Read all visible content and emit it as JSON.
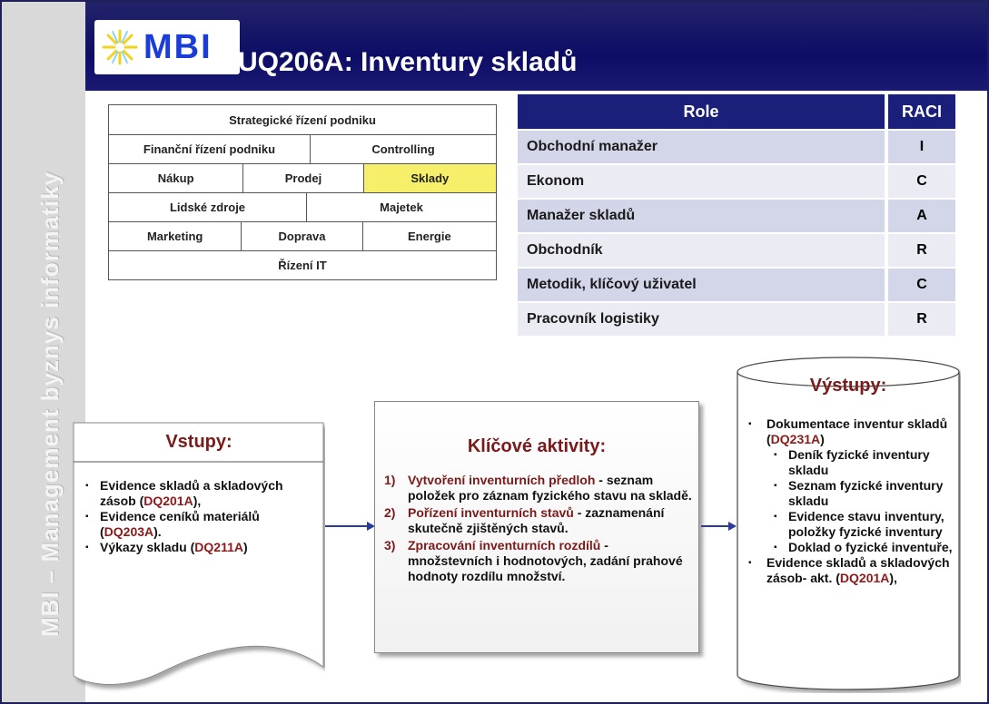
{
  "header": {
    "logo_text": "MBI",
    "title": "UQ206A: Inventury skladů"
  },
  "side_label": "MBI – Management byznys informatiky",
  "domains": {
    "rows": [
      [
        {
          "label": "Strategické řízení podniku",
          "highlight": false
        }
      ],
      [
        {
          "label": "Finanční řízení podniku",
          "highlight": false
        },
        {
          "label": "Controlling",
          "highlight": false
        }
      ],
      [
        {
          "label": "Nákup",
          "highlight": false
        },
        {
          "label": "Prodej",
          "highlight": false
        },
        {
          "label": "Sklady",
          "highlight": true
        }
      ],
      [
        {
          "label": "Lidské zdroje",
          "highlight": false
        },
        {
          "label": "Majetek",
          "highlight": false
        }
      ],
      [
        {
          "label": "Marketing",
          "highlight": false
        },
        {
          "label": "Doprava",
          "highlight": false
        },
        {
          "label": "Energie",
          "highlight": false
        }
      ],
      [
        {
          "label": "Řízení IT",
          "highlight": false
        }
      ]
    ]
  },
  "raci": {
    "col_role": "Role",
    "col_raci": "RACI",
    "rows": [
      {
        "role": "Obchodní manažer",
        "raci": "I"
      },
      {
        "role": "Ekonom",
        "raci": "C"
      },
      {
        "role": "Manažer skladů",
        "raci": "A"
      },
      {
        "role": "Obchodník",
        "raci": "R"
      },
      {
        "role": "Metodik, klíčový uživatel",
        "raci": "C"
      },
      {
        "role": "Pracovník logistiky",
        "raci": "R"
      }
    ]
  },
  "inputs": {
    "title": "Vstupy:",
    "items": [
      {
        "text": "Evidence skladů a skladových zásob (",
        "code": "DQ201A",
        "tail": "),"
      },
      {
        "text": "Evidence ceníků materiálů (",
        "code": "DQ203A",
        "tail": ")."
      },
      {
        "text": "Výkazy skladu (",
        "code": "DQ211A",
        "tail": ")"
      }
    ]
  },
  "activities": {
    "title": "Klíčové aktivity:",
    "items": [
      {
        "num": "1)",
        "title": "Vytvoření inventurních předloh",
        "desc": " - seznam položek pro záznam fyzického stavu na skladě."
      },
      {
        "num": "2)",
        "title": "Pořízení inventurních stavů",
        "desc": " - zaznamenání skutečně zjištěných stavů."
      },
      {
        "num": "3)",
        "title": "Zpracování inventurních rozdílů",
        "desc": " - množstevních i hodnotových, zadání prahové hodnoty rozdílu množství."
      }
    ]
  },
  "outputs": {
    "title": "Výstupy:",
    "item1_text": "Dokumentace inventur skladů (",
    "item1_code": "DQ231A",
    "item1_tail": ")",
    "subitems": [
      "Deník fyzické inventury skladu",
      "Seznam fyzické inventury skladu",
      "Evidence stavu inventury, položky fyzické inventury",
      "Doklad o fyzické inventuře,"
    ],
    "item2_text": "Evidence skladů a skladových zásob- akt. (",
    "item2_code": "DQ201A",
    "item2_tail": "),"
  },
  "colors": {
    "header_bg": "#0d0d66",
    "accent_text": "#7a1a1a",
    "highlight": "#f6ef6a",
    "raci_head": "#1a1f7a"
  }
}
